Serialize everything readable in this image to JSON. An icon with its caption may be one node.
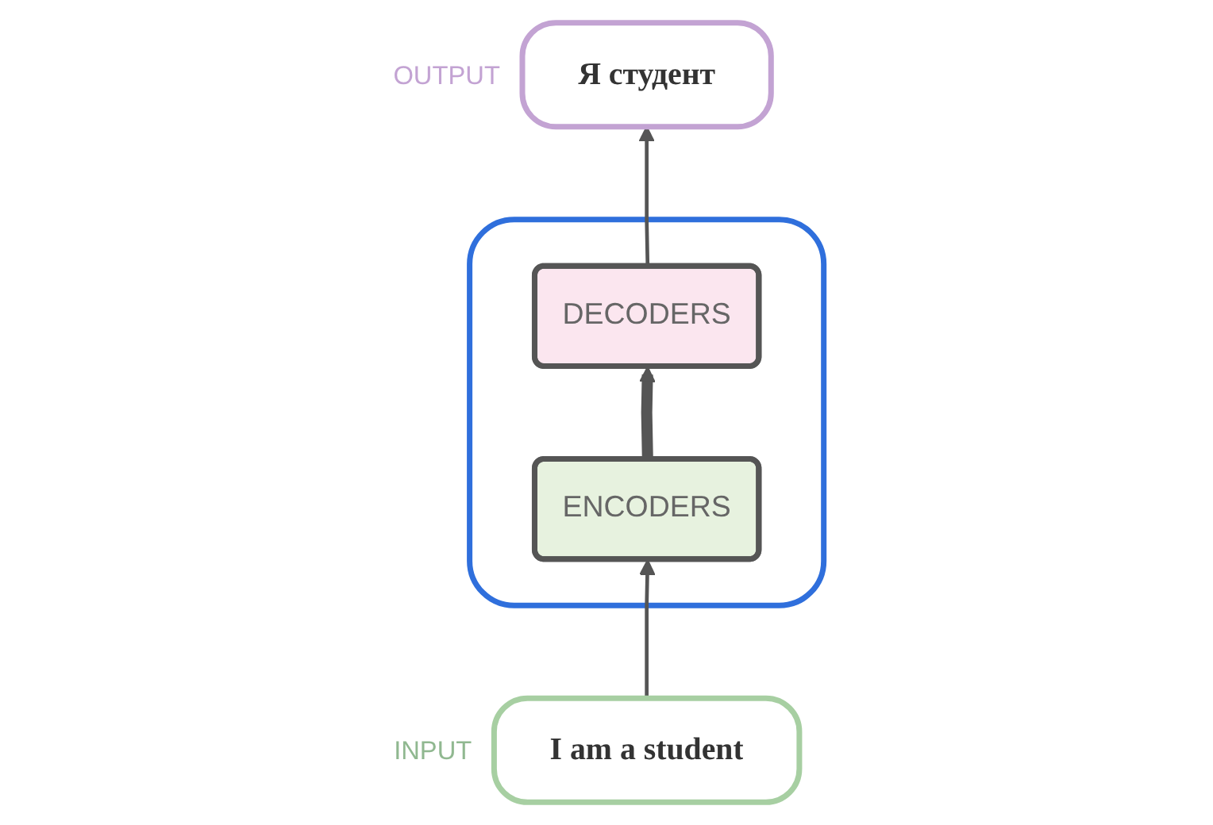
{
  "diagram": {
    "nodes": [
      {
        "text": [
          "Я студент"
        ],
        "beside": [
          "OUTPUT"
        ]
      },
      {
        "text": [],
        "shape": "box"
      },
      {
        "text": [
          "ENCODERS"
        ],
        "in": 1
      },
      {
        "text": [
          "DECODERS"
        ],
        "in": 1
      },
      {
        "text": [
          "I am a student"
        ],
        "beside": [
          "INPUT"
        ]
      }
    ],
    "edges": [
      {
        "from": 4,
        "to": 2,
        "arrow": "to"
      },
      {
        "from": 2,
        "to": 3,
        "arrow": "to",
        "style": "thick"
      },
      {
        "from": 3,
        "to": 0,
        "arrow": "to"
      }
    ]
  }
}
